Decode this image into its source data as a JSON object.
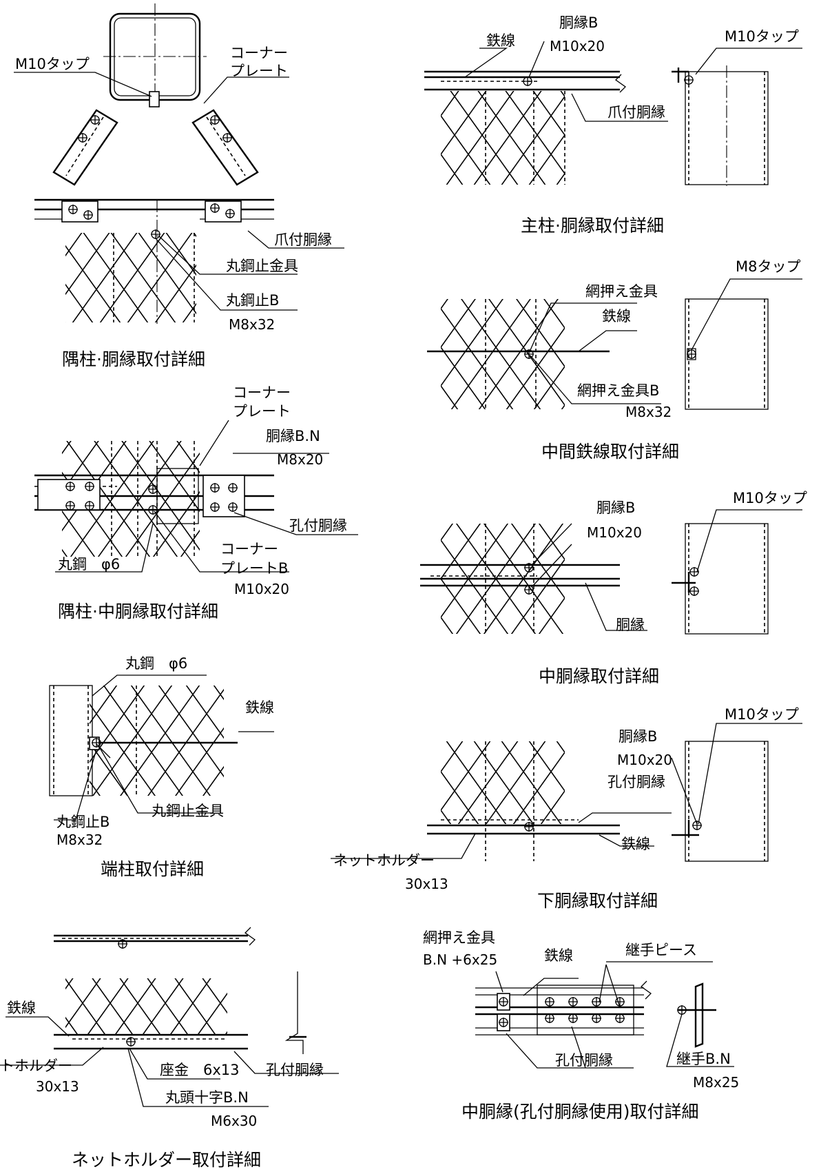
{
  "labels": {
    "m10_tap": "M10タップ",
    "corner_plate": [
      "コーナー",
      "プレート"
    ],
    "tsume_dobuchi": "爪付胴縁",
    "marukou_tomekanagu": "丸鋼止金具",
    "marukou_tome_b": "丸鋼止B",
    "m8x32": "M8x32",
    "dobuchi_bn": "胴縁B.N",
    "m8x20": "M8x20",
    "ana_dobuchi": "孔付胴縁",
    "corner_plate_b": [
      "コーナー",
      "プレートB"
    ],
    "m10x20": "M10x20",
    "marukou_phi6": "丸鋼　φ6",
    "tessen": "鉄線",
    "dobuchi_b": "胴縁B",
    "ami_osae_kanagu": "網押え金具",
    "m8_tap": "M8タップ",
    "ami_osae_kanagu_b": "網押え金具B",
    "dobuchi": "胴縁",
    "net_holder": "ネットホルダー",
    "net_holder_left": "トホルダー",
    "size_30x13": "30x13",
    "ami_osae_bn": "網押え金具",
    "bn_6x25": "B.N +6x25",
    "tsugite_piece": "継手ピース",
    "tsugite_bn": "継手B.N",
    "m8x25": "M8x25",
    "zagane": "座金　6x13",
    "maruatama_bn": "丸頭十字B.N",
    "m6x30": "M6x30"
  },
  "titles": {
    "corner_post": "隅柱·胴縁取付詳細",
    "corner_mid": "隅柱·中胴縁取付詳細",
    "end_post": "端柱取付詳細",
    "net_holder": "ネットホルダー取付詳細",
    "main_post": "主柱·胴縁取付詳細",
    "mid_wire": "中間鉄線取付詳細",
    "mid_rail": "中胴縁取付詳細",
    "bottom_rail": "下胴縁取付詳細",
    "mid_rail_holed": "中胴縁(孔付胴縁使用)取付詳細"
  }
}
